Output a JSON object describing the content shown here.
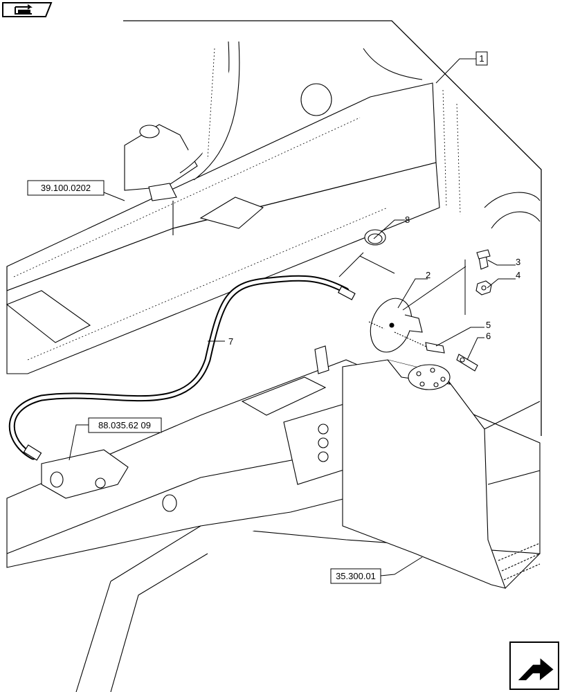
{
  "callouts": {
    "c1": "1",
    "c2": "2",
    "c3": "3",
    "c4": "4",
    "c5": "5",
    "c6": "6",
    "c7": "7",
    "c8": "8"
  },
  "references": {
    "ref_a": "39.100.0202",
    "ref_b": "88.035.62 09",
    "ref_c": "35.300.01"
  },
  "icons": {
    "top_left": "back-arrow-icon",
    "bottom_right": "next-arrow-icon"
  },
  "colors": {
    "line": "#000000",
    "fill": "#ffffff",
    "hose": "#000000"
  }
}
